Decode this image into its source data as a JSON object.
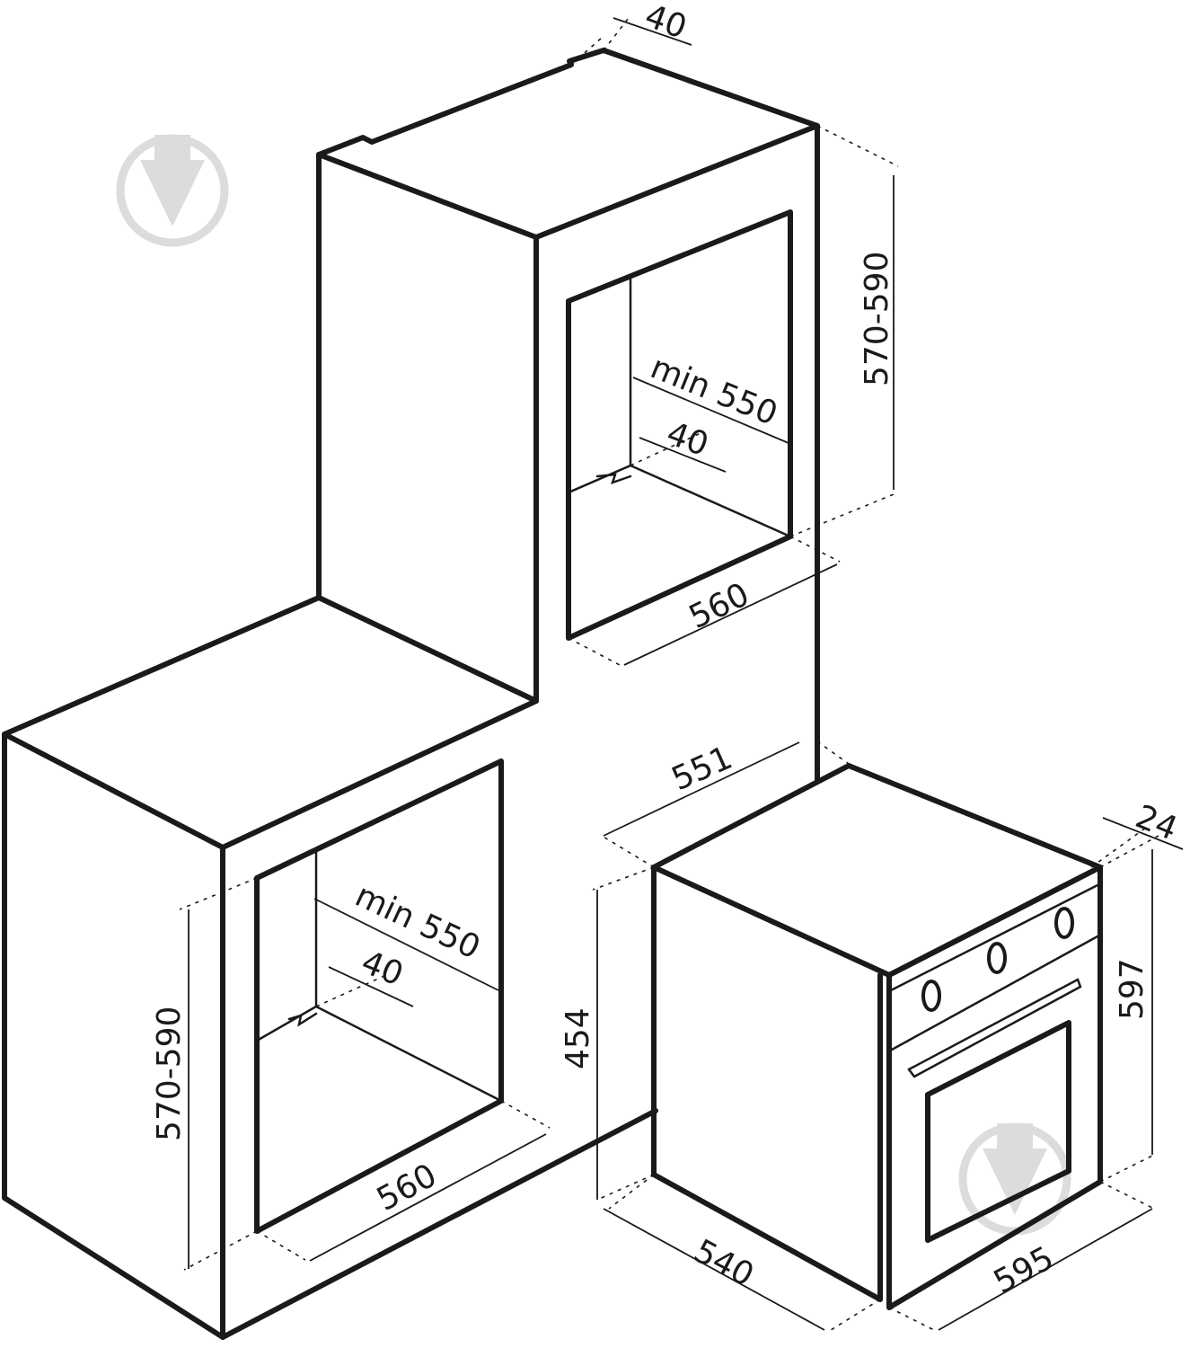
{
  "dimensions": {
    "upper_cabinet": {
      "top_gap": "40",
      "height": "570-590",
      "depth": "min 550",
      "rear_gap": "40",
      "width": "560"
    },
    "lower_cabinet": {
      "height": "570-590",
      "depth": "min 550",
      "rear_gap": "40",
      "width": "560"
    },
    "oven": {
      "depth_top": "551",
      "panel_depth": "24",
      "body_height": "454",
      "front_height": "597",
      "body_depth": "540",
      "front_width": "595"
    }
  },
  "icons": {
    "watermark": "brand-watermark-icon"
  }
}
